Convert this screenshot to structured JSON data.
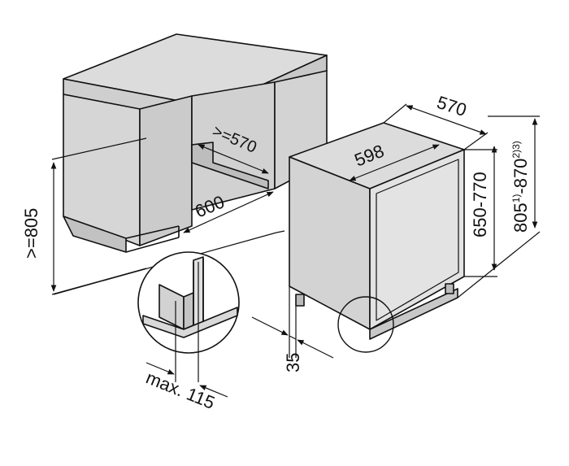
{
  "colors": {
    "background": "#ffffff",
    "body_fill": "#d8d8d8",
    "top_fill": "#dcdcdc",
    "front_fill": "#e3e3e3",
    "recess_fill": "#cfcfcf",
    "line": "#111111"
  },
  "dimensions": {
    "niche_height": ">=805",
    "niche_width": "600",
    "niche_depth": ">=570",
    "appliance_width": "598",
    "appliance_depth": "570",
    "appliance_height_range": "650-770",
    "total_height_base": "805",
    "total_height_sup1": "1)",
    "total_height_sep": "-870",
    "total_height_sup2": "2)3)",
    "plinth_offset": "35",
    "max_panel_label": "max. 115"
  }
}
